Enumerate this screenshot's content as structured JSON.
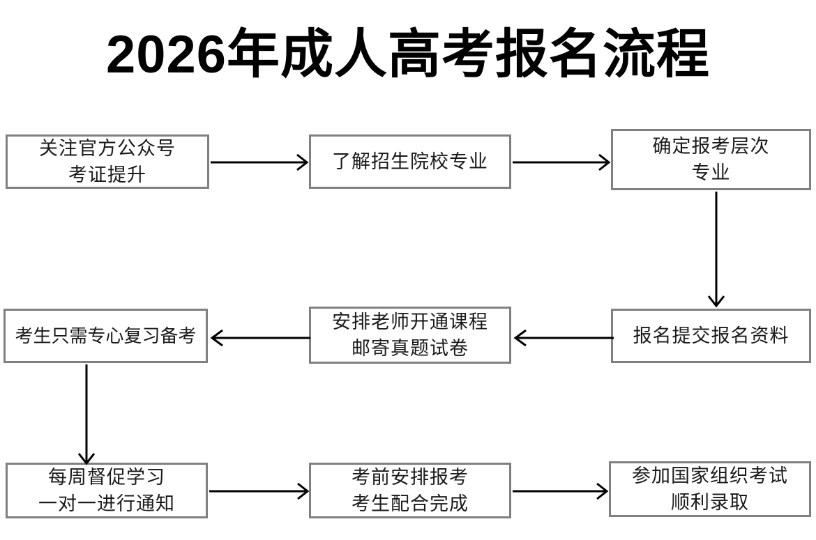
{
  "title": "2026年成人高考报名流程",
  "theme": {
    "background": "#ffffff",
    "box_border": "#808080",
    "box_fill": "#ffffff",
    "text": "#1a1a1a",
    "title_color": "#000000",
    "arrow": "#000000"
  },
  "flow": {
    "nodes": [
      {
        "id": "node-1",
        "line1": "关注官方公众号",
        "line2": "考证提升"
      },
      {
        "id": "node-2",
        "line1": "了解招生院校专业",
        "line2": ""
      },
      {
        "id": "node-3",
        "line1": "确定报考层次",
        "line2": "专业"
      },
      {
        "id": "node-4",
        "line1": "报名提交报名资料",
        "line2": ""
      },
      {
        "id": "node-5",
        "line1": "安排老师开通课程",
        "line2": "邮寄真题试卷"
      },
      {
        "id": "node-6",
        "line1": "考生只需专心复习备考",
        "line2": ""
      },
      {
        "id": "node-7",
        "line1": "每周督促学习",
        "line2": "一对一进行通知"
      },
      {
        "id": "node-8",
        "line1": "考前安排报考",
        "line2": "考生配合完成"
      },
      {
        "id": "node-9",
        "line1": "参加国家组织考试",
        "line2": "顺利录取"
      }
    ],
    "edges": [
      {
        "id": "arrow-1-2",
        "from": "node-1",
        "to": "node-2",
        "direction": "right"
      },
      {
        "id": "arrow-2-3",
        "from": "node-2",
        "to": "node-3",
        "direction": "right"
      },
      {
        "id": "arrow-3-4",
        "from": "node-3",
        "to": "node-4",
        "direction": "down"
      },
      {
        "id": "arrow-4-5",
        "from": "node-4",
        "to": "node-5",
        "direction": "left"
      },
      {
        "id": "arrow-5-6",
        "from": "node-5",
        "to": "node-6",
        "direction": "left"
      },
      {
        "id": "arrow-6-7",
        "from": "node-6",
        "to": "node-7",
        "direction": "down"
      },
      {
        "id": "arrow-7-8",
        "from": "node-7",
        "to": "node-8",
        "direction": "right"
      },
      {
        "id": "arrow-8-9",
        "from": "node-8",
        "to": "node-9",
        "direction": "right"
      }
    ]
  }
}
